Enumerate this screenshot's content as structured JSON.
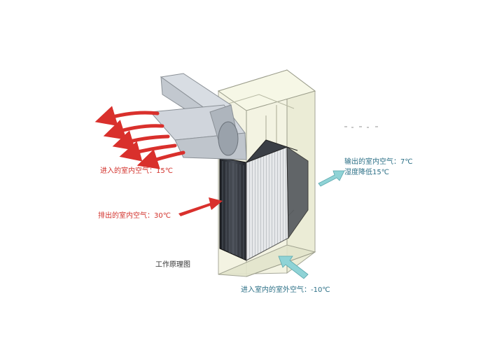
{
  "labels": {
    "intake_in": "进入的室内空气：15℃",
    "exhaust_out": "排出的室内空气：30℃",
    "output_air_line1": "输出的室内空气：7℃",
    "output_air_line2": "湿度降低15℃",
    "outdoor_in": "进入室内的室外空气：-10℃",
    "caption": "工作原理图"
  },
  "colors": {
    "hot_air": "#d9302c",
    "cool_air": "#8fd3d6",
    "cool_text": "#2b6f86",
    "unit_body": "#eef0d8",
    "core": "#2a2d33"
  }
}
